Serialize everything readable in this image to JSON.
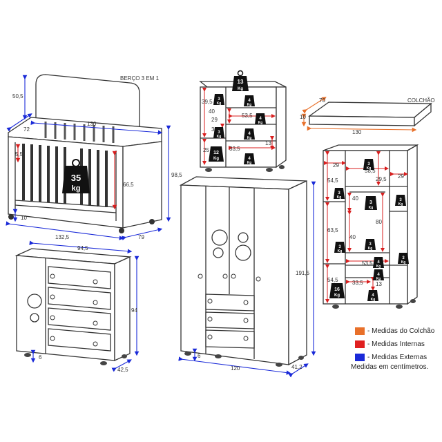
{
  "crib": {
    "title": "BERÇO 3 EM 1",
    "dims": {
      "headboard_h": "50,5",
      "depth_top": "72",
      "width_top": "130",
      "side_gap": "5,5",
      "inner_h": "66,5",
      "total_h": "98,5",
      "base": "10",
      "length": "132,5",
      "side": "79"
    },
    "weight": {
      "value": "35",
      "unit": "kg"
    }
  },
  "dresser": {
    "dims": {
      "top": "53,5",
      "h1": "39,5",
      "h2": "40",
      "h3": "29",
      "h4": "36",
      "h5": "25",
      "w_low": "33,5",
      "r_gap": "13",
      "w_top": "94,5",
      "h_total": "94",
      "feet": "6",
      "depth": "42,5"
    },
    "weights": [
      {
        "value": "13",
        "unit": "Kg"
      },
      {
        "value": "3",
        "unit": "Kg"
      },
      {
        "value": "4",
        "unit": "Kg"
      },
      {
        "value": "3",
        "unit": "Kg"
      },
      {
        "value": "4",
        "unit": "Kg"
      },
      {
        "value": "12",
        "unit": "Kg"
      },
      {
        "value": "4",
        "unit": "Kg"
      },
      {
        "value": "4",
        "unit": "Kg"
      }
    ]
  },
  "mattress": {
    "title": "COLCHÃO",
    "dims": {
      "depth": "70",
      "thick": "10",
      "length": "130"
    }
  },
  "wardrobe": {
    "dims": {
      "w1": "29",
      "w2": "58,5",
      "w3": "29",
      "h1": "54,5",
      "h2": "29,5",
      "h3": "40",
      "h4": "63,5",
      "h5": "80",
      "h6": "40",
      "h7": "53,5",
      "h8": "54,5",
      "h9": "33,5",
      "h10": "13",
      "height": "191,5",
      "width": "120",
      "feet": "6",
      "depth": "41,2"
    },
    "weights": [
      {
        "value": "3",
        "unit": "Kg"
      },
      {
        "value": "3",
        "unit": "Kg"
      },
      {
        "value": "3",
        "unit": "Kg"
      },
      {
        "value": "3",
        "unit": "Kg"
      },
      {
        "value": "3",
        "unit": "Kg"
      },
      {
        "value": "3",
        "unit": "Kg"
      },
      {
        "value": "3",
        "unit": "Kg"
      },
      {
        "value": "4",
        "unit": "Kg"
      },
      {
        "value": "4",
        "unit": "Kg"
      },
      {
        "value": "16",
        "unit": "Kg"
      },
      {
        "value": "4",
        "unit": "Kg"
      }
    ]
  },
  "legend": {
    "items": [
      {
        "label": "- Medidas do Colchão",
        "color": "#e8702a"
      },
      {
        "label": "- Medidas Internas",
        "color": "#e02020"
      },
      {
        "label": "- Medidas Externas",
        "color": "#1a2ad8"
      }
    ],
    "note": "Medidas em centímetros."
  },
  "colors": {
    "external": "#1a2ad8",
    "internal": "#d81e1e",
    "mattress": "#e8702a",
    "line": "#333333",
    "weight": "#111111"
  }
}
